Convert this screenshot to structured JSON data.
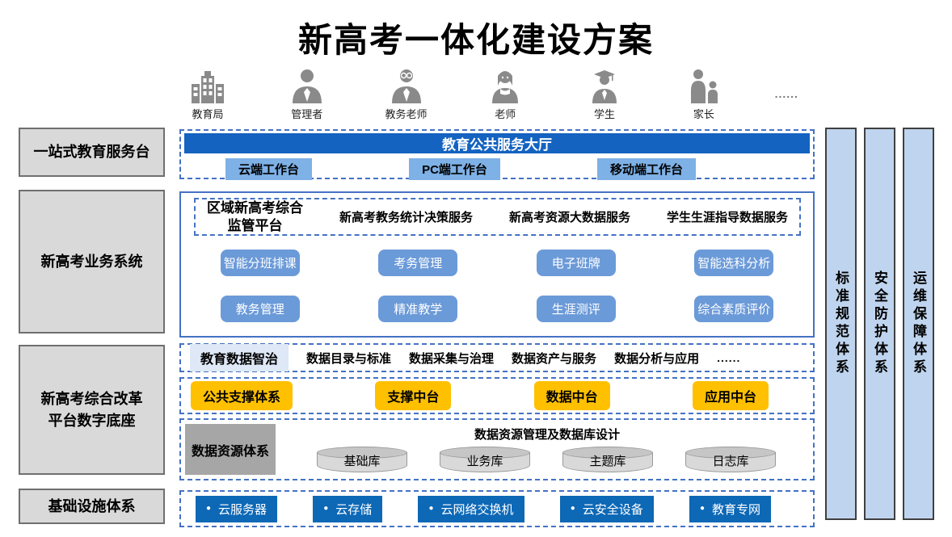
{
  "title": "新高考一体化建设方案",
  "users": {
    "items": [
      {
        "label": "教育局"
      },
      {
        "label": "管理者"
      },
      {
        "label": "教务老师"
      },
      {
        "label": "老师"
      },
      {
        "label": "学生"
      },
      {
        "label": "家长"
      }
    ],
    "more": "......"
  },
  "sidebar": {
    "item1": "一站式教育服务台",
    "item2": "新高考业务系统",
    "item3_line1": "新高考综合改革",
    "item3_line2": "平台数字底座",
    "item4": "基础设施体系"
  },
  "right_bars": {
    "bar1": "标准规范体系",
    "bar2": "安全防护体系",
    "bar3": "运维保障体系"
  },
  "service_hall": {
    "header": "教育公共服务大厅",
    "workbenches": [
      "云端工作台",
      "PC端工作台",
      "移动端工作台"
    ]
  },
  "business_system": {
    "service1_line1": "区域新高考综合",
    "service1_line2": "监管平台",
    "service2": "新高考教务统计决策服务",
    "service3": "新高考资源大数据服务",
    "service4": "学生生涯指导数据服务",
    "apps_row1": [
      "智能分班排课",
      "考务管理",
      "电子班牌",
      "智能选科分析"
    ],
    "apps_row2": [
      "教务管理",
      "精准教学",
      "生涯测评",
      "综合素质评价"
    ]
  },
  "data_governance": {
    "label": "教育数据智治",
    "items": [
      "数据目录与标准",
      "数据采集与治理",
      "数据资产与服务",
      "数据分析与应用"
    ],
    "more": "......"
  },
  "middle_platforms": [
    "公共支撑体系",
    "支撑中台",
    "数据中台",
    "应用中台"
  ],
  "data_resources": {
    "label": "数据资源体系",
    "title": "数据资源管理及数据库设计",
    "databases": [
      "基础库",
      "业务库",
      "主题库",
      "日志库"
    ]
  },
  "infrastructure": {
    "bullet": "●",
    "items": [
      "云服务器",
      "云存储",
      "云网络交换机",
      "云安全设备",
      "教育专网"
    ]
  },
  "colors": {
    "border_blue": "#4472C4",
    "header_blue": "#1463C0",
    "workbench_blue": "#7EB1E6",
    "app_button_blue": "#6B9AD8",
    "gold": "#FFC000",
    "sidebar_gray": "#D9D9D9",
    "resource_gray": "#A6A6A6",
    "right_bar_blue": "#BFD4EE",
    "infra_blue": "#0D68B6",
    "icon_gray": "#8A8A8A"
  }
}
